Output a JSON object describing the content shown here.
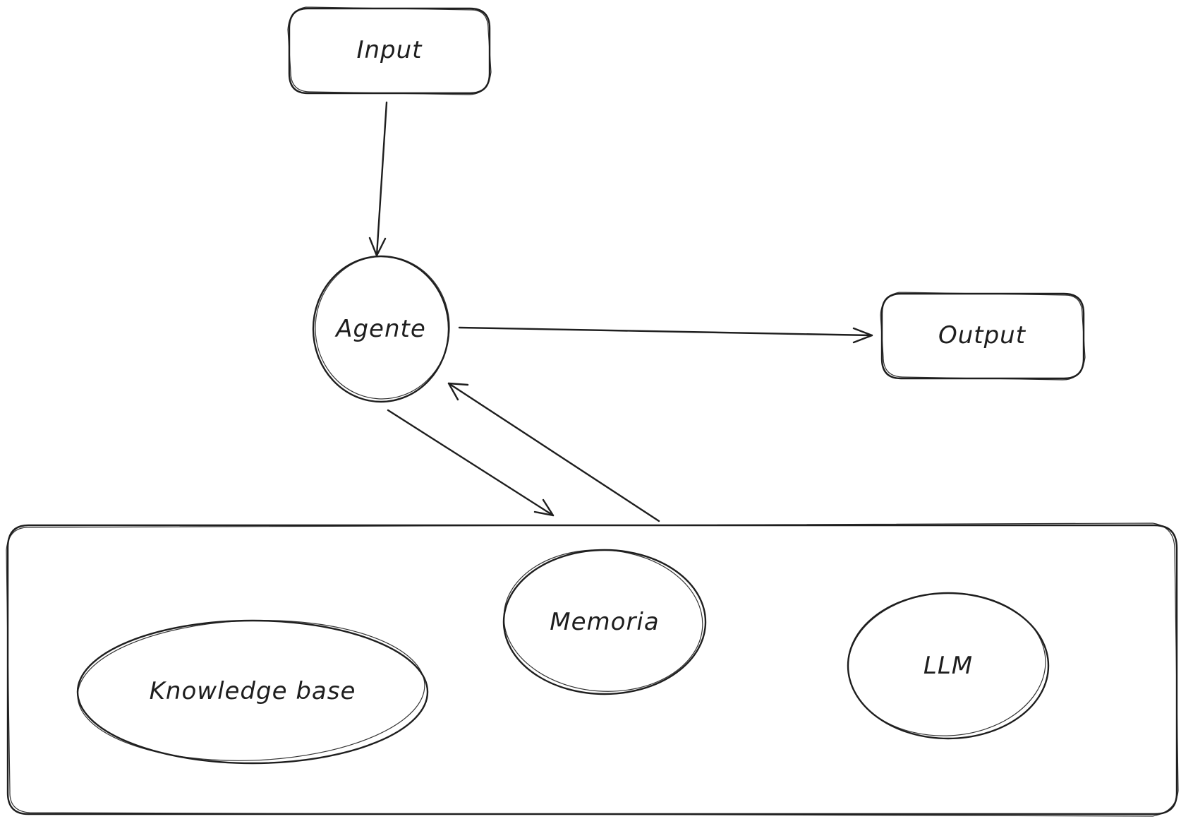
{
  "diagram": {
    "nodes": {
      "input": {
        "label": "Input",
        "shape": "rounded-rectangle"
      },
      "agent": {
        "label": "Agente",
        "shape": "ellipse"
      },
      "output": {
        "label": "Output",
        "shape": "rounded-rectangle"
      },
      "resources": {
        "label": "",
        "shape": "rounded-rectangle-container"
      },
      "knowledge_base": {
        "label": "Knowledge base",
        "shape": "ellipse"
      },
      "memory": {
        "label": "Memoria",
        "shape": "ellipse"
      },
      "llm": {
        "label": "LLM",
        "shape": "ellipse"
      }
    },
    "edges": [
      {
        "from": "input",
        "to": "agent"
      },
      {
        "from": "agent",
        "to": "output"
      },
      {
        "from": "agent",
        "to": "resources"
      },
      {
        "from": "resources",
        "to": "agent"
      }
    ],
    "stroke_color": "#1e1e1e",
    "background_color": "#ffffff"
  }
}
